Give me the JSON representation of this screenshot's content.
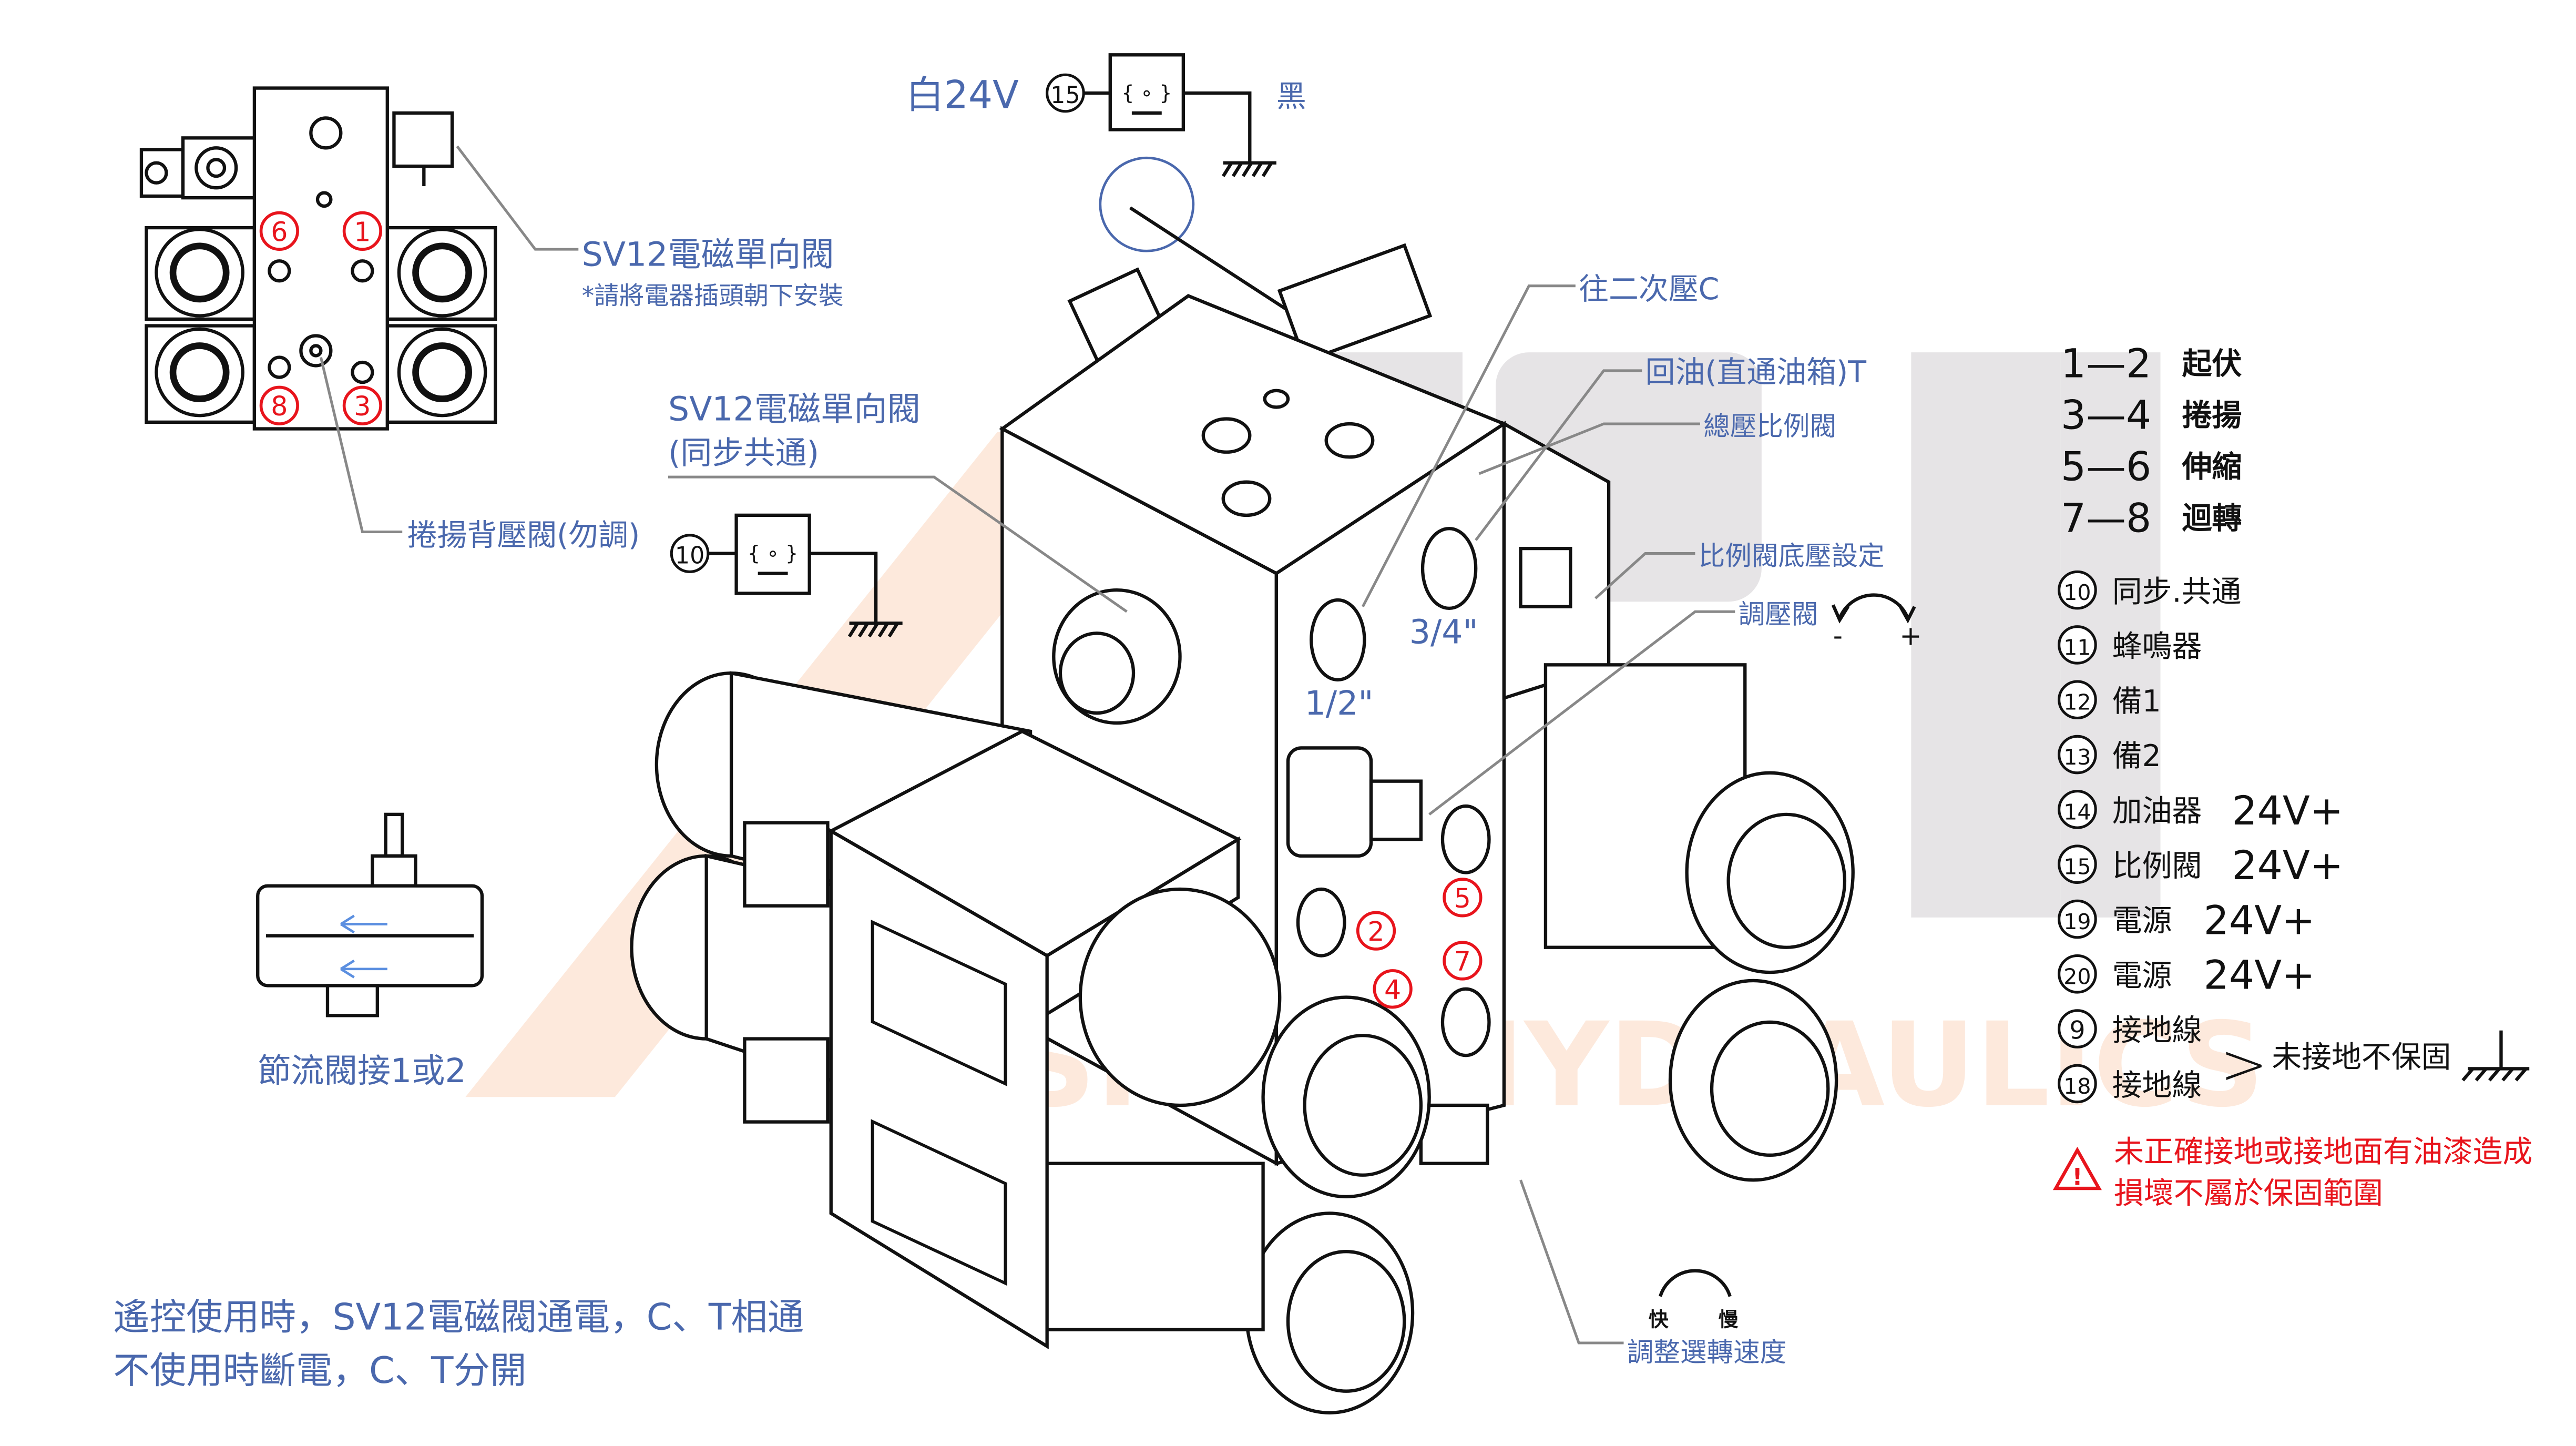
{
  "colors": {
    "label_blue": "#4a68ad",
    "warning_red": "#e8141c",
    "watermark_gray": "#e6e4e6",
    "watermark_orange": "#fde9dc"
  },
  "watermark": {
    "brand": "FU SHUO HYDRAULICS"
  },
  "top_view": {
    "port_marks": [
      "6",
      "1",
      "8",
      "3"
    ]
  },
  "sv12_top": {
    "title": "SV12電磁單向閥",
    "note": "*請將電器插頭朝下安裝"
  },
  "connector15": {
    "left": "白24V",
    "num": "15",
    "right": "黑"
  },
  "connector10": {
    "num": "10"
  },
  "sv12_sync": {
    "title": "SV12電磁單向閥",
    "sub": "(同步共通)"
  },
  "winch_backpressure": "捲揚背壓閥(勿調)",
  "throttle": "節流閥接1或2",
  "remote_note": {
    "line1": "遙控使用時，SV12電磁閥通電，C、T相通",
    "line2": "不使用時斷電，C、T分開"
  },
  "callouts": {
    "secondary_c": "往二次壓C",
    "return_t": "回油(直通油箱)T",
    "total_prop": "總壓比例閥",
    "prop_base": "比例閥底壓設定",
    "relief": "調壓閥",
    "minus": "-",
    "plus": "+",
    "half_inch": "1/2\"",
    "three_quarter": "3/4\"",
    "fast": "快",
    "slow": "慢",
    "speed": "調整選轉速度"
  },
  "block_ports": [
    "2",
    "5",
    "7",
    "4"
  ],
  "legend": {
    "pairs": [
      {
        "nums": "1—2",
        "label": "起伏"
      },
      {
        "nums": "3—4",
        "label": "捲揚"
      },
      {
        "nums": "5—6",
        "label": "伸縮"
      },
      {
        "nums": "7—8",
        "label": "迴轉"
      }
    ],
    "wires": [
      {
        "num": "10",
        "label": "同步.共通",
        "volt": ""
      },
      {
        "num": "11",
        "label": "蜂鳴器",
        "volt": ""
      },
      {
        "num": "12",
        "label": "備1",
        "volt": ""
      },
      {
        "num": "13",
        "label": "備2",
        "volt": ""
      },
      {
        "num": "14",
        "label": "加油器",
        "volt": "24V+"
      },
      {
        "num": "15",
        "label": "比例閥",
        "volt": "24V+"
      },
      {
        "num": "19",
        "label": "電源",
        "volt": "24V+"
      },
      {
        "num": "20",
        "label": "電源",
        "volt": "24V+"
      },
      {
        "num": "9",
        "label": "接地線",
        "volt": ""
      },
      {
        "num": "18",
        "label": "接地線",
        "volt": ""
      }
    ],
    "ground_note": "未接地不保固",
    "warning1": "未正確接地或接地面有油漆造成",
    "warning2": "損壞不屬於保固範圍"
  }
}
